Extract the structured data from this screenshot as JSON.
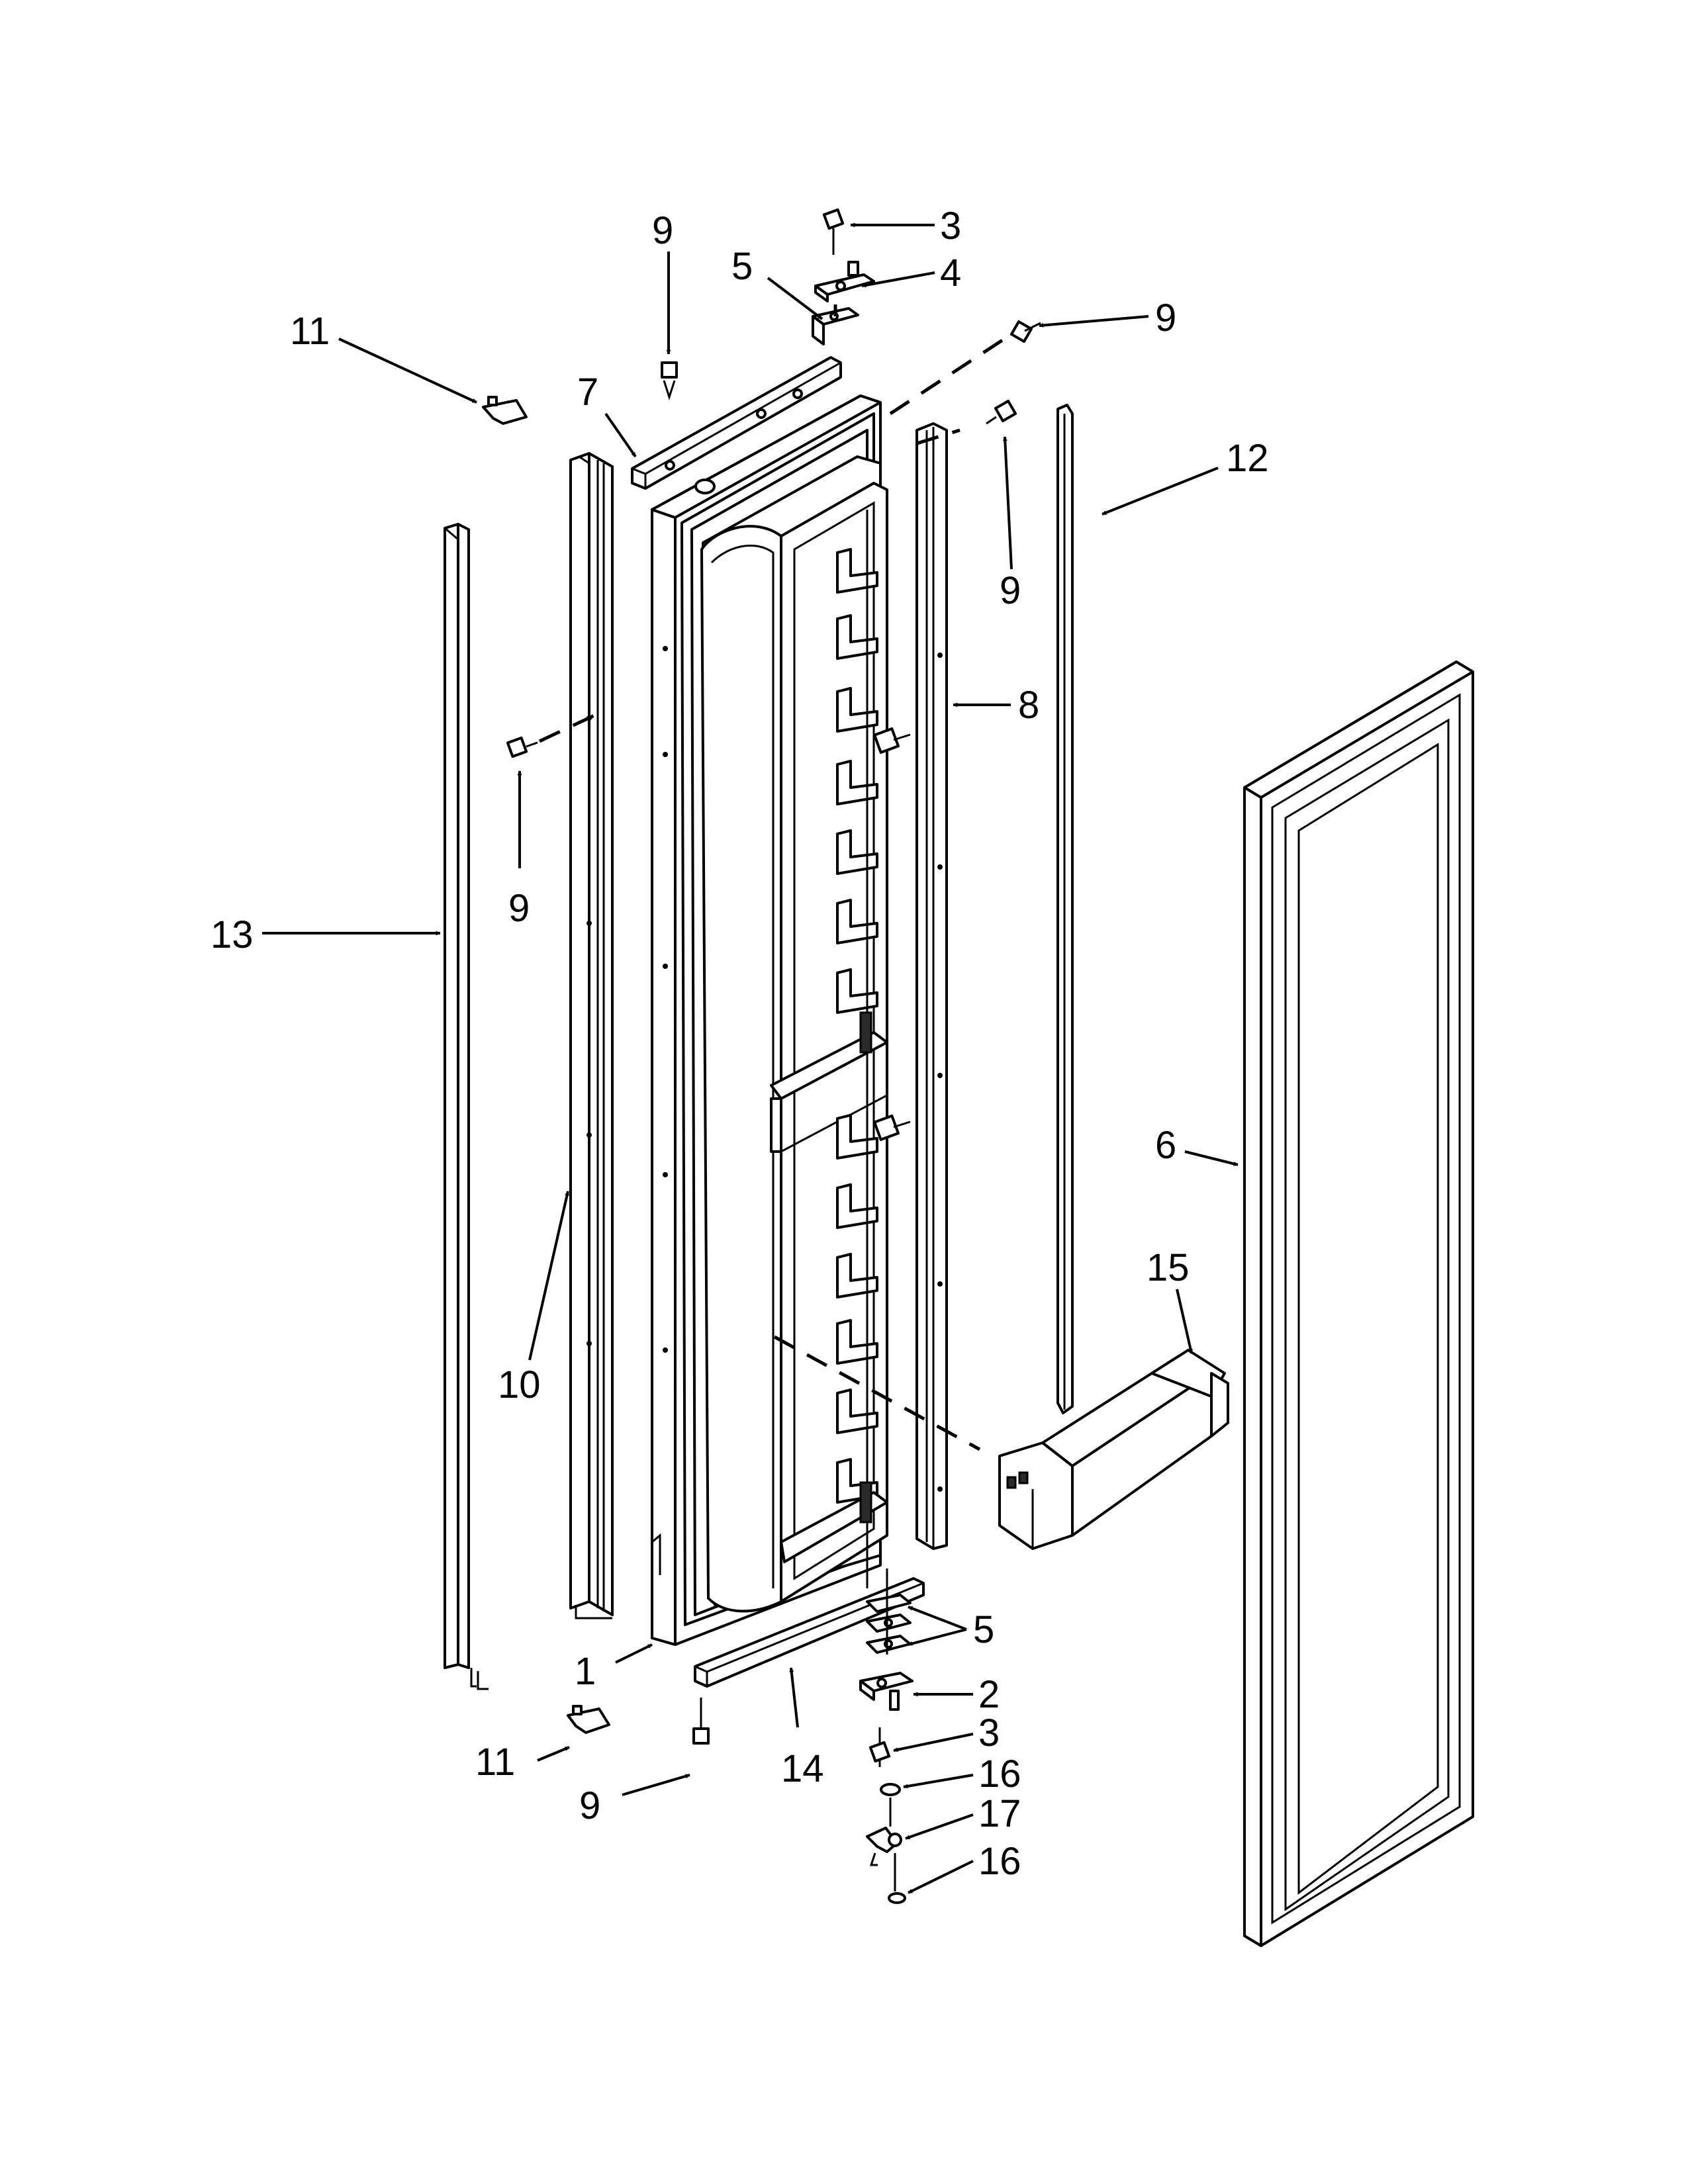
{
  "callouts": {
    "c1": "1",
    "c2": "2",
    "c3a": "3",
    "c3b": "3",
    "c4": "4",
    "c5a": "5",
    "c5b": "5",
    "c6": "6",
    "c7": "7",
    "c8": "8",
    "c9a": "9",
    "c9b": "9",
    "c9c": "9",
    "c9d": "9",
    "c9e": "9",
    "c10": "10",
    "c11a": "11",
    "c11b": "11",
    "c12": "12",
    "c13": "13",
    "c14": "14",
    "c15": "15",
    "c16a": "16",
    "c16b": "16",
    "c17": "17"
  },
  "colors": {
    "line": "#000000",
    "background": "#ffffff"
  }
}
